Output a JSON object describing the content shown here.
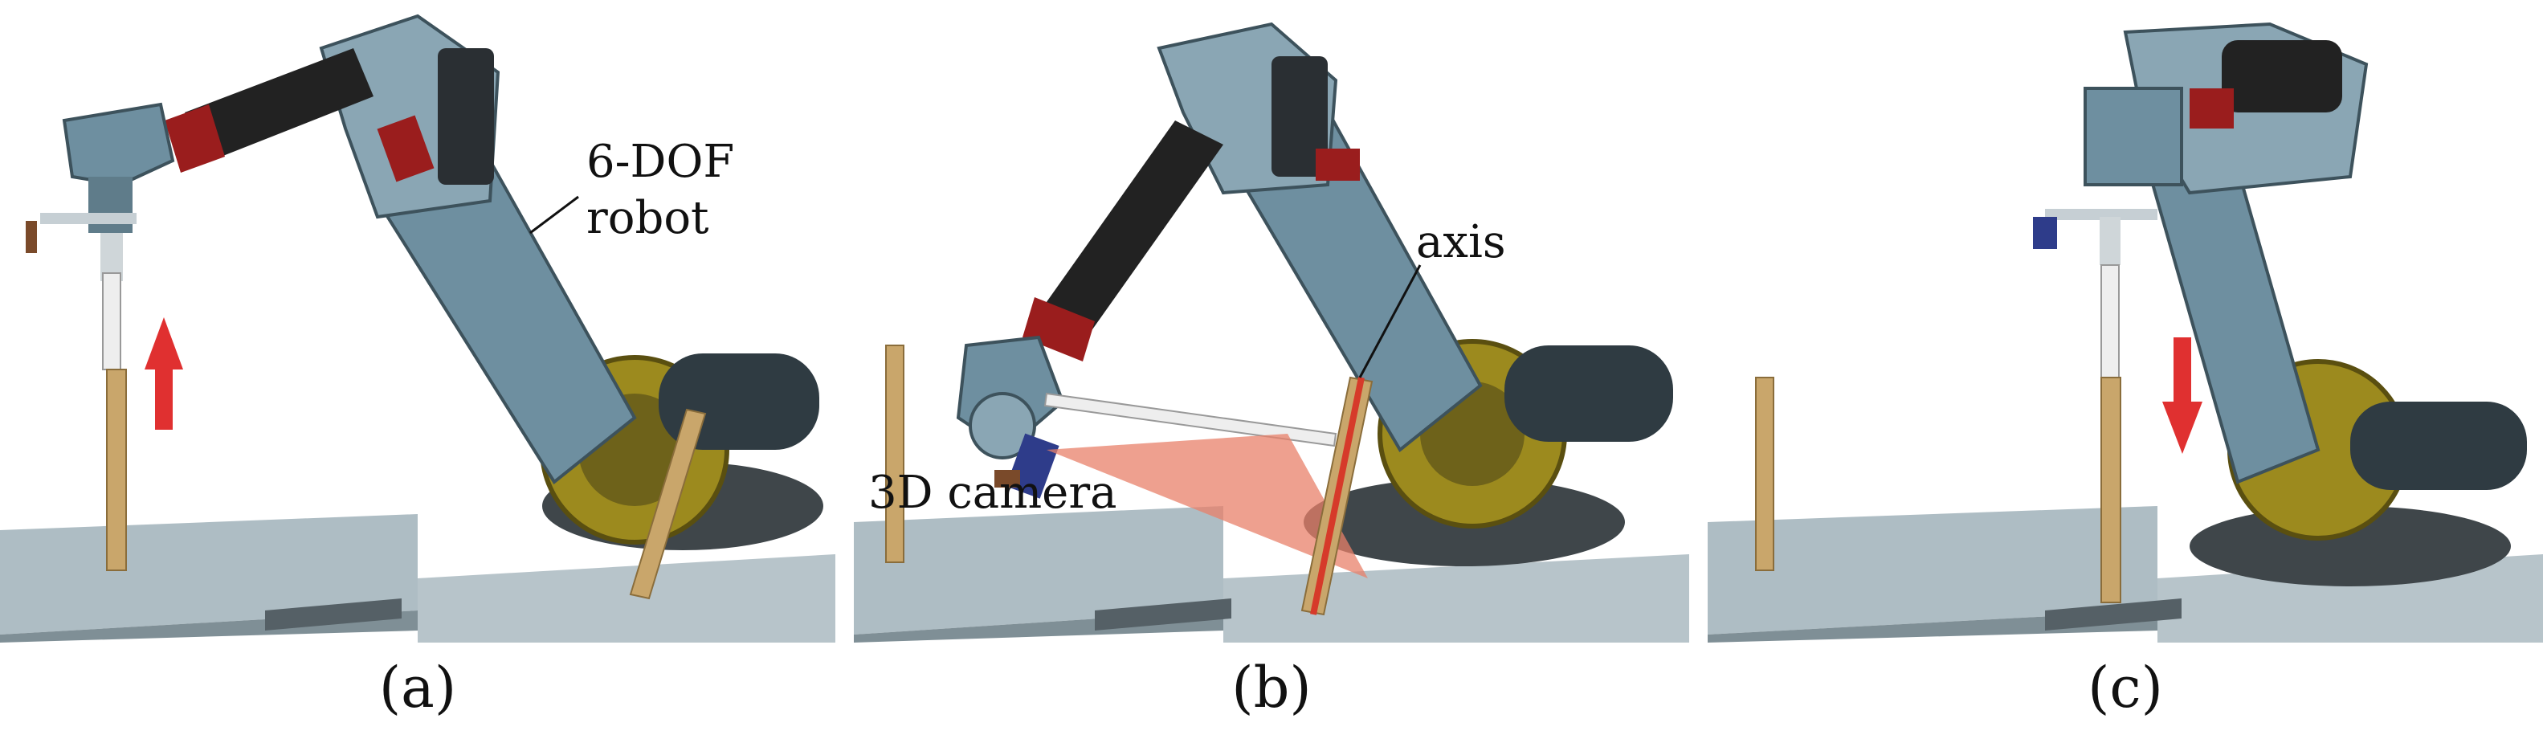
{
  "panels": [
    {
      "caption": "(a)",
      "labels": {
        "robot_line1": "6-DOF",
        "robot_line2": "robot"
      }
    },
    {
      "caption": "(b)",
      "labels": {
        "axis": "axis",
        "camera": "3D camera"
      }
    },
    {
      "caption": "(c)"
    }
  ],
  "colors": {
    "arm_body": "#6e8fa0",
    "arm_dark": "#2f3b42",
    "forearm_tube": "#222222",
    "collar_red": "#9a1d1d",
    "base_brass": "#9c8a1e",
    "rod_brass": "#c9a66b",
    "platform": "#a9b8bf",
    "arrow_red": "#e03030",
    "camera_beam": "#e8806a"
  },
  "icons": {
    "up_arrow": "up-arrow-icon",
    "down_arrow": "down-arrow-icon"
  }
}
